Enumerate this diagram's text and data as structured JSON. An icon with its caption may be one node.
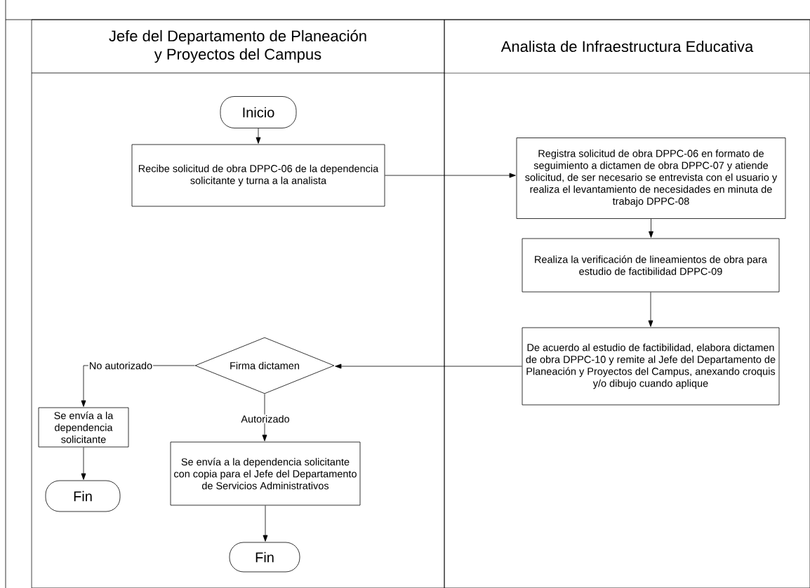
{
  "diagram": {
    "nodes": [
      {
        "text": [
          "Jefe del Departamento de Planeación y Proyectos del Campus"
        ]
      },
      {
        "text": [
          "Analista de Infraestructura Educativa"
        ]
      },
      {
        "text": [
          "Inicio"
        ],
        "in": 0
      },
      {
        "text": [
          "Recibe solicitud de obra DPPC-06 de la dependencia solicitante y turna a la analista"
        ],
        "in": 0
      },
      {
        "text": [
          "Registra solicitud de obra DPPC-06 en formato de seguimiento a dictamen de obra DPPC-07 y atiende solicitud, de ser necesario se entrevista con el usuario y realiza el levantamiento de necesidades en minuta de trabajo DPPC-08"
        ],
        "in": 1
      },
      {
        "text": [
          "Realiza la verificación de lineamientos de obra para estudio de factibilidad DPPC-09"
        ],
        "in": 1
      },
      {
        "text": [
          "De acuerdo al estudio de factibilidad, elabora dictamen de obra DPPC-10 y remite al Jefe del Departamento de Planeación y Proyectos del Campus, anexando croquis y/o dibujo cuando aplique"
        ],
        "in": 1
      },
      {
        "text": [
          "Firma dictamen"
        ],
        "in": 0
      },
      {
        "text": [
          "Se envía a la dependencia solicitante"
        ],
        "in": 0
      },
      {
        "text": [
          "Fin"
        ],
        "in": 0
      },
      {
        "text": [
          "Se envía a la dependencia solicitante con copia para el Jefe del Departamento de Servicios Administrativos"
        ],
        "in": 0
      },
      {
        "text": [
          "Fin"
        ],
        "in": 0
      }
    ],
    "edges": [
      {
        "from": 2,
        "to": 3,
        "arrow": "to"
      },
      {
        "from": 3,
        "to": 4,
        "arrow": "to"
      },
      {
        "from": 4,
        "to": 5,
        "arrow": "to"
      },
      {
        "from": 5,
        "to": 6,
        "arrow": "to"
      },
      {
        "from": 6,
        "to": 7,
        "arrow": "to"
      },
      {
        "from": 7,
        "to": 8,
        "arrow": "to",
        "label": "No autorizado"
      },
      {
        "from": 7,
        "to": 10,
        "arrow": "to",
        "label": "Autorizado"
      },
      {
        "from": 8,
        "to": 9,
        "arrow": "to"
      },
      {
        "from": 10,
        "to": 11,
        "arrow": "to"
      }
    ]
  }
}
